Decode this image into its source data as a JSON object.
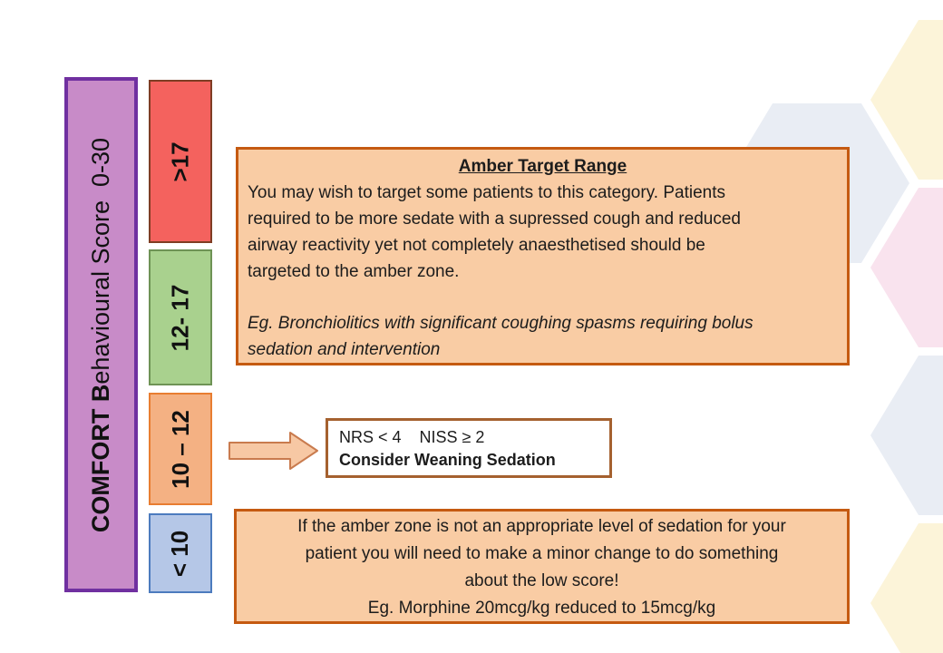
{
  "palette": {
    "scale_bar_fill": "#C88BC8",
    "scale_bar_border": "#7030A0",
    "range_red_fill": "#F4625E",
    "range_red_border": "#7F3D24",
    "range_green_fill": "#A9D18E",
    "range_green_border": "#6E9355",
    "range_orange_fill": "#F4B183",
    "range_orange_border": "#E87D31",
    "range_blue_fill": "#B5C7E7",
    "range_blue_border": "#4C7BBE",
    "amber_box_fill": "#F9CCA4",
    "amber_box_border": "#C55A11",
    "arrow_fill": "#F7C8A4",
    "arrow_border": "#C97B4E",
    "weaning_box_border": "#A5612F",
    "hex_yellow": "#FCF4D9",
    "hex_pink": "#F9E3EE",
    "hex_blue": "#E9EDF4"
  },
  "score_scale": {
    "title_bold": "COMFORT B",
    "title_rest": "ehavioural Score  0-30",
    "ranges": [
      {
        "label": ">17"
      },
      {
        "label": "12- 17"
      },
      {
        "label": "10 – 12"
      },
      {
        "label": "< 10"
      }
    ]
  },
  "amber_box": {
    "title": "Amber Target Range",
    "body": "You may wish to target some patients to this category. Patients\nrequired to be more sedate with a supressed cough and reduced\nairway reactivity yet not completely anaesthetised should be\ntargeted to the amber zone.",
    "example": "Eg. Bronchiolitics with significant coughing spasms requiring bolus\nsedation and intervention"
  },
  "weaning_box": {
    "criteria": "NRS < 4    NISS ≥ 2",
    "action": "Consider Weaning Sedation"
  },
  "low_score_box": {
    "text": "If the amber zone is not an appropriate level of sedation for your\npatient you will need to make a minor change to do something\nabout the low score!\nEg. Morphine 20mcg/kg reduced to 15mcg/kg"
  }
}
